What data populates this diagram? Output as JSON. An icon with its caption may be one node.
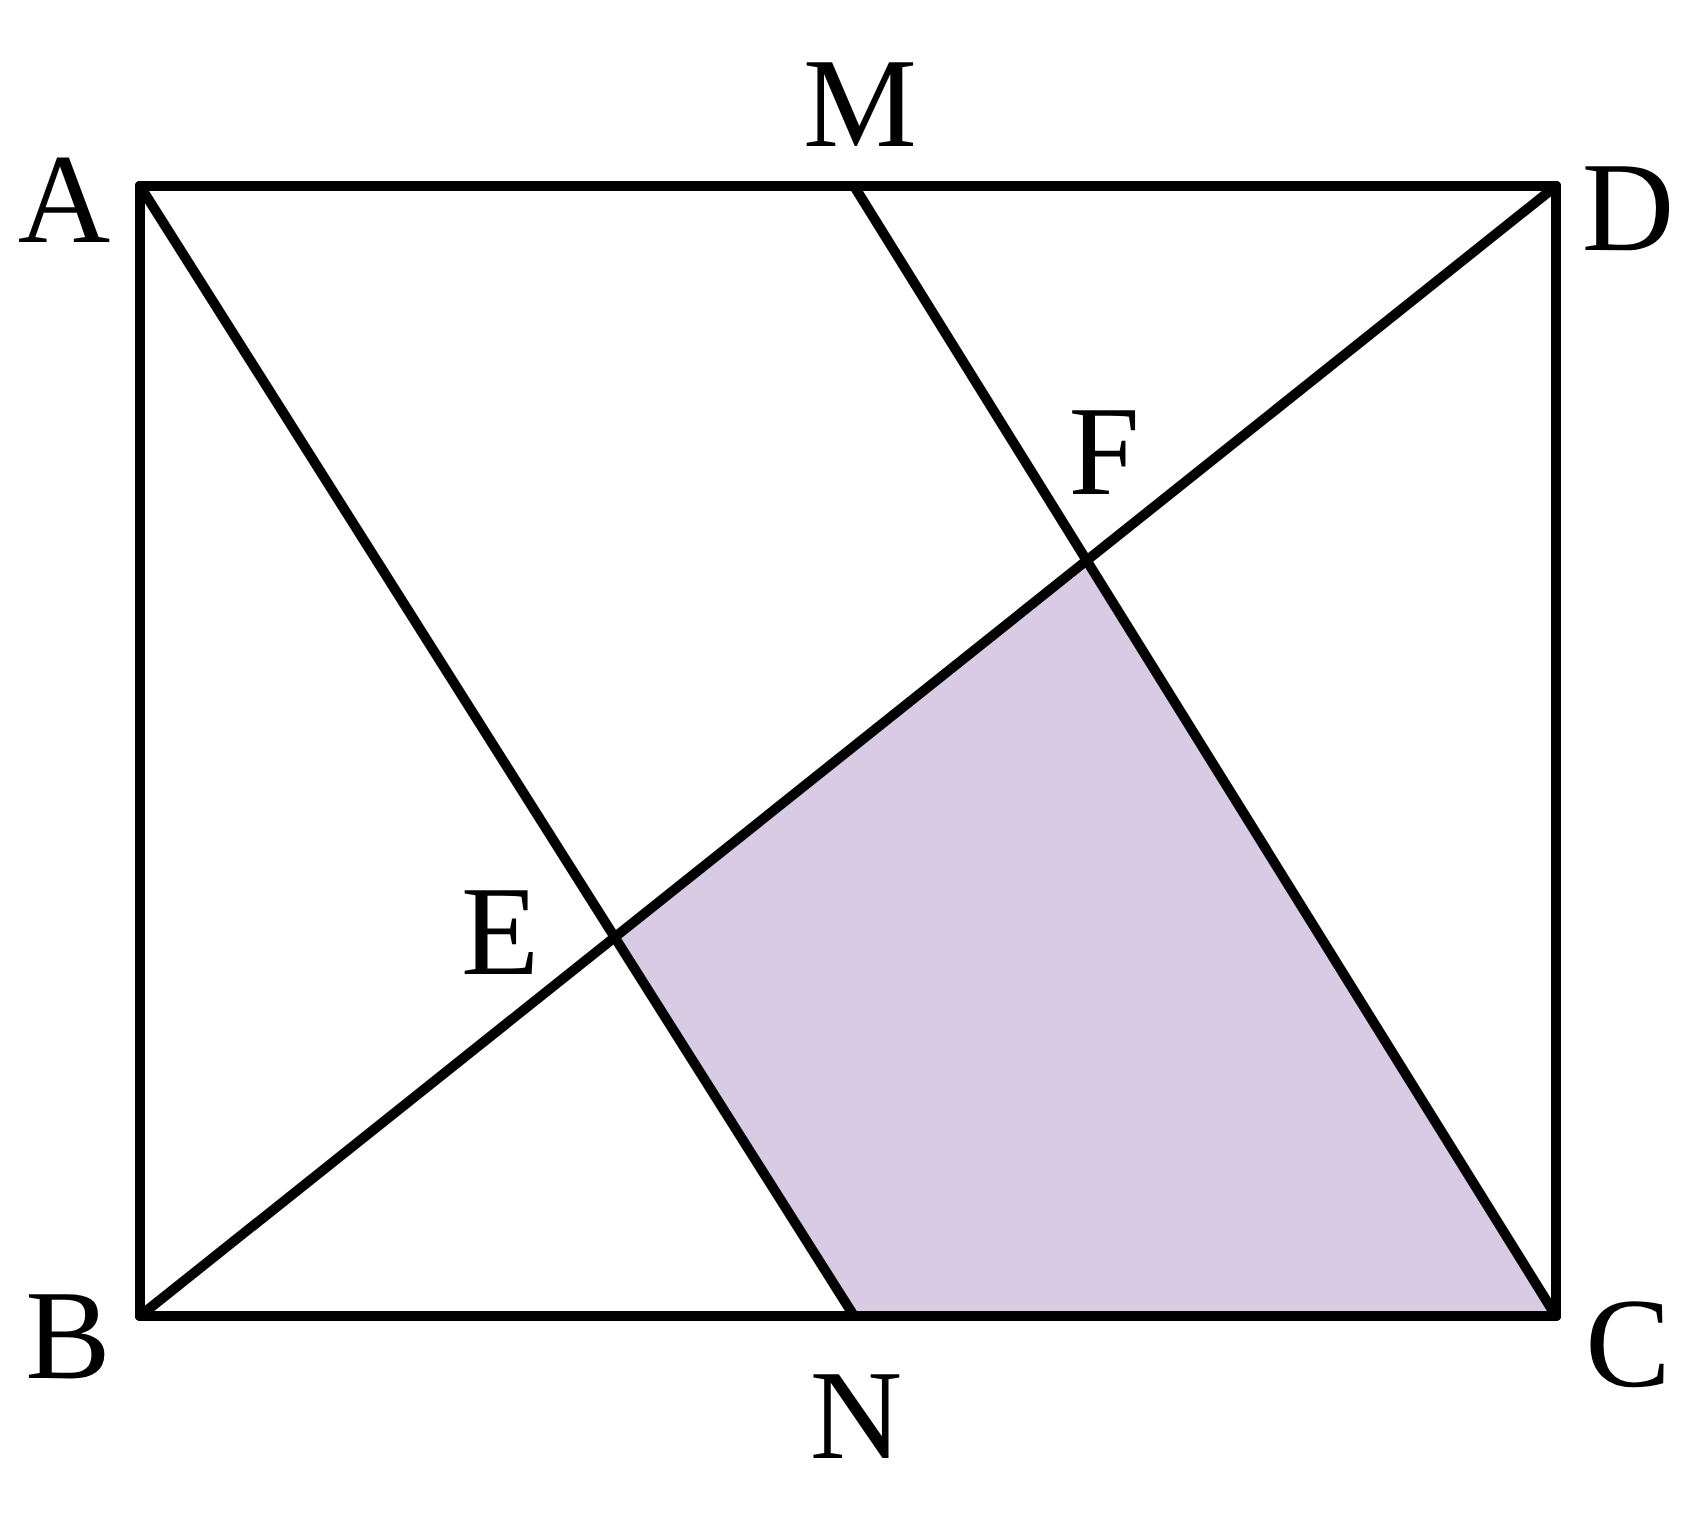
{
  "diagram": {
    "labels": [
      "M",
      "A",
      "D",
      "F",
      "E",
      "B",
      "C",
      "N"
    ]
  }
}
